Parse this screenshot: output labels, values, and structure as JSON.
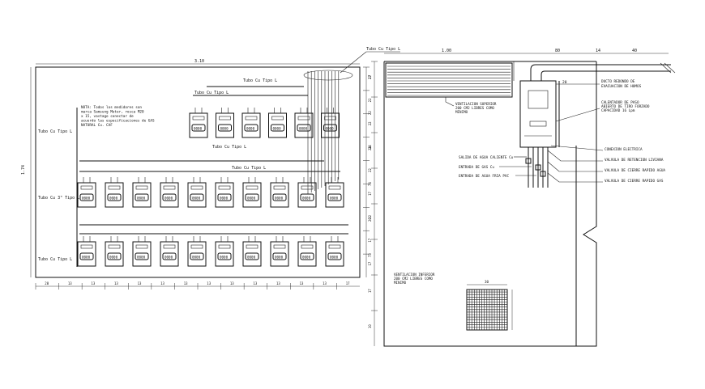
{
  "left": {
    "top_dim": "3.10",
    "side_dim": "1.74",
    "pipe_labels": {
      "top": "Tubo Cu Tipo L",
      "mid_upper": "Tubo Cu Tipo L",
      "mid_lower": "Tubo Cu Tipo L",
      "row1_side": "Tubo Cu Tipo L",
      "row2_side": "Tubo Cu 3\" Tipo L",
      "row3_side": "Tubo Cu Tipo L",
      "row2_top": "Tubo Cu Tipo L",
      "row3_top": "Tubo Cu Tipo L"
    },
    "note": [
      "NOTA: Todos los medidores son",
      "marca Samsung Meter, rosca M20",
      "x 15, vastago conectar de",
      "acuerdo las especificaciones de GAS",
      "NATURAL Cu. CAF"
    ],
    "meter_readout": "0000",
    "rows": [
      {
        "count": 6
      },
      {
        "count": 10
      },
      {
        "count": 10
      }
    ],
    "bottom_dims": [
      "20",
      "13",
      "13",
      "13",
      "13",
      "13",
      "13",
      "13",
      "13",
      "13",
      "13",
      "13",
      "13",
      "17"
    ],
    "right_dims": [
      "17",
      "22",
      "22",
      "24",
      "22",
      "17",
      "22",
      "17",
      "17"
    ]
  },
  "right": {
    "top_dims": [
      "1.00",
      "80",
      "14",
      "40"
    ],
    "side_dims": [
      "27",
      "22",
      "24",
      "74",
      "20",
      "73",
      "17",
      "10"
    ],
    "labels": {
      "exhaust": [
        "DUCTO REDONDO DE",
        "EVACUACION DE HUMOS"
      ],
      "vent_top": [
        "VENTILACION SUPERIOR",
        "200 CM2 LIBRES COMO",
        "MINIMO"
      ],
      "heater": [
        "CALENTADOR DE PASO",
        "ABIERTO DE TIRO FORZADO",
        "CAPACIDAD 16 Lpm"
      ],
      "electric": "CONEXION ELECTRICA",
      "hot_out": "SALIDA DE AGUA CALIENTE Cu",
      "gas_in": "ENTRADA DE GAS Cu",
      "cold_in": "ENTRADA DE AGUA FRIA PVC",
      "check_valve": "VALVULA DE RETENCION LIVIANA",
      "shut_water": "VALVULA DE CIERRE RAPIDO AGUA",
      "shut_gas": "VALVULA DE CIERRE RAPIDO GAS",
      "vent_bottom": [
        "VENTILACION INFERIOR",
        "200 CM2 LIBRES COMO",
        "MINIMO"
      ],
      "grill_dim": "30",
      "duct_dim": "20"
    }
  }
}
